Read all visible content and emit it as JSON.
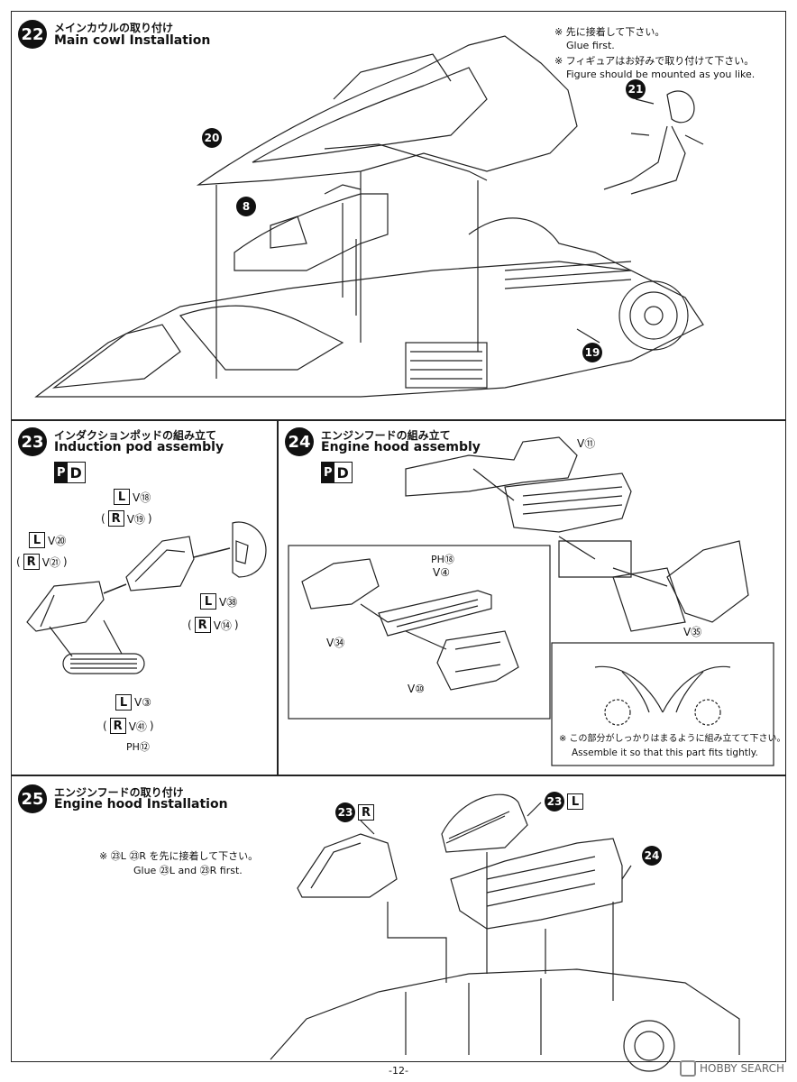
{
  "steps": [
    {
      "num": "22",
      "jp": "メインカウルの取り付け",
      "en": "Main cowl Installation"
    },
    {
      "num": "23",
      "jp": "インダクションポッドの組み立て",
      "en": "Induction pod assembly"
    },
    {
      "num": "24",
      "jp": "エンジンフードの組み立て",
      "en": "Engine hood assembly"
    },
    {
      "num": "25",
      "jp": "エンジンフードの取り付け",
      "en": "Engine hood Installation"
    }
  ],
  "step22": {
    "note1_jp": "※ 先に接着して下さい。",
    "note1_en": "Glue first.",
    "note2_jp": "※ フィギュアはお好みで取り付けて下さい。",
    "note2_en": "Figure should be mounted as you like.",
    "callouts": [
      "20",
      "8",
      "21",
      "19"
    ]
  },
  "pd_badge": {
    "p": "P",
    "d": "D"
  },
  "step23": {
    "parts": [
      {
        "lr": "L",
        "label": "V⑱"
      },
      {
        "lr": "R",
        "label": "V⑲",
        "paren": true
      },
      {
        "lr": "L",
        "label": "V⑳"
      },
      {
        "lr": "R",
        "label": "V㉑",
        "paren": true
      },
      {
        "lr": "L",
        "label": "V㊳"
      },
      {
        "lr": "R",
        "label": "V⑭",
        "paren": true
      },
      {
        "lr": "L",
        "label": "V③"
      },
      {
        "lr": "R",
        "label": "V㊶",
        "paren": true
      }
    ],
    "ph_label": "PH⑫"
  },
  "step24": {
    "labels": [
      "V⑪",
      "PH⑱",
      "V④",
      "V㉞",
      "V⑩",
      "V㉟"
    ],
    "inset_note_jp": "※ この部分がしっかりはまるように組み立てて下さい。",
    "inset_note_en": "Assemble it so that this part fits tightly."
  },
  "step25": {
    "note_jp": "※ ㉓L ㉓R を先に接着して下さい。",
    "note_en": "Glue ㉓L and ㉓R first.",
    "callout_r": "23",
    "lr_r": "R",
    "callout_l": "23",
    "lr_l": "L",
    "callout_24": "24"
  },
  "footer": {
    "page": "-12-",
    "watermark": "HOBBY SEARCH"
  }
}
